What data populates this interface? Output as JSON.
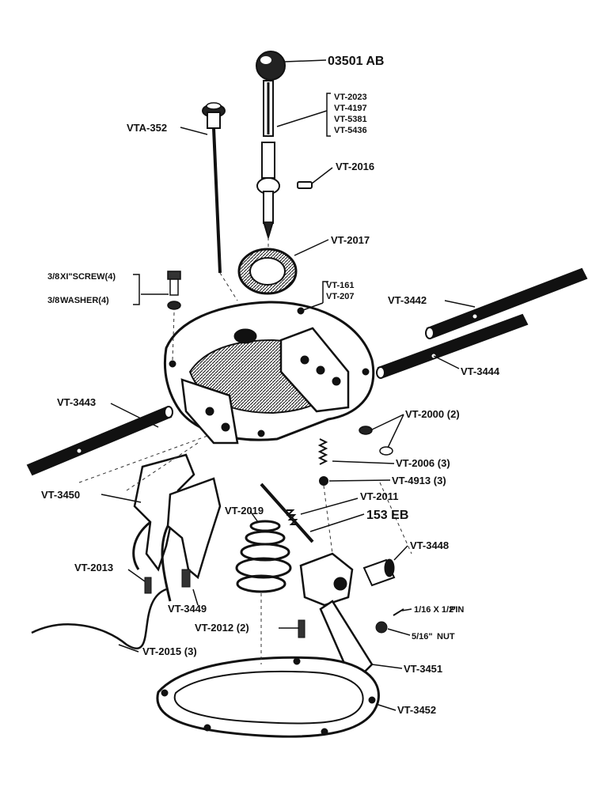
{
  "diagram": {
    "colors": {
      "ink": "#111111",
      "paper": "#ffffff",
      "shade": "#555555"
    },
    "labels": {
      "p03501ab": "03501 AB",
      "vt2023": "VT-2023",
      "vt4197": "VT-4197",
      "vt5381": "VT-5381",
      "vt5436": "VT-5436",
      "vta352": "VTA-352",
      "vt2016": "VT-2016",
      "vt2017": "VT-2017",
      "screw_label": "XI\"SCREW(4)",
      "screw_frac": "3/8",
      "washer_label": "WASHER(4)",
      "washer_frac": "3/8",
      "vt161": "VT-161",
      "vt207": "VT-207",
      "vt3442": "VT-3442",
      "vt3444": "VT-3444",
      "vt3443": "VT-3443",
      "vt2000": "VT-2000 (2)",
      "vt2006": "VT-2006 (3)",
      "vt4913": "VT-4913 (3)",
      "vt3450": "VT-3450",
      "vt2011": "VT-2011",
      "vt2019": "VT-2019",
      "p153eb": "153 EB",
      "vt3448": "VT-3448",
      "vt2013": "VT-2013",
      "vt3449": "VT-3449",
      "pin_label": "PIN",
      "pin_frac": "1/16 X 1/2\"",
      "vt2012": "VT-2012 (2)",
      "nut_label": "NUT",
      "nut_frac": "5/16\"",
      "vt2015": "VT-2015 (3)",
      "vt3451": "VT-3451",
      "vt3452": "VT-3452"
    }
  }
}
